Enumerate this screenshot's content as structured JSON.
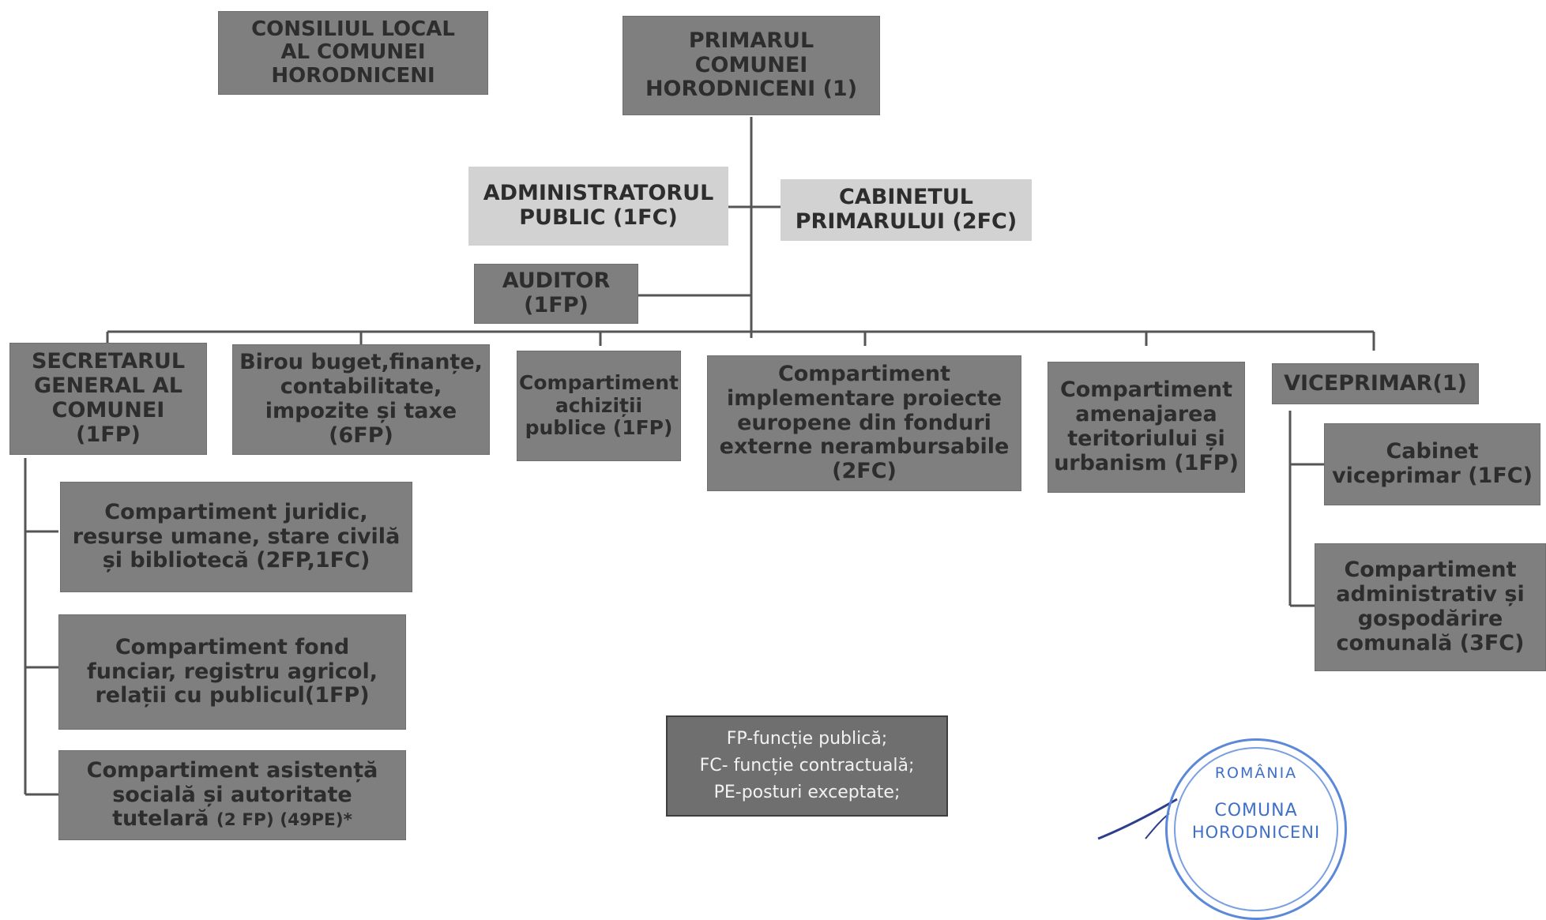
{
  "nodes": {
    "consiliul": [
      "CONSILIUL LOCAL",
      "AL COMUNEI",
      "HORODNICENI"
    ],
    "primarul": [
      "PRIMARUL",
      "COMUNEI",
      "HORODNICENI (1)"
    ],
    "administrator": [
      "ADMINISTRATORUL",
      "PUBLIC (1FC)"
    ],
    "cabinet_primar": [
      "CABINETUL",
      "PRIMARULUI (2FC)"
    ],
    "auditor": [
      "AUDITOR",
      "(1FP)"
    ],
    "secretarul": [
      "SECRETARUL",
      "GENERAL AL",
      "COMUNEI",
      "(1FP)"
    ],
    "birou_buget": [
      "Birou buget,finanțe,",
      "contabilitate,",
      "impozite și taxe",
      "(6FP)"
    ],
    "achizitii": [
      "Compartiment",
      "achiziții",
      "publice (1FP)"
    ],
    "proiecte": [
      "Compartiment",
      "implementare proiecte",
      "europene din fonduri",
      "externe nerambursabile",
      "(2FC)"
    ],
    "urbanism": [
      "Compartiment",
      "amenajarea",
      "teritoriului și",
      "urbanism (1FP)"
    ],
    "viceprimar": [
      "VICEPRIMAR(1)"
    ],
    "juridic": [
      "Compartiment juridic,",
      "resurse umane, stare civilă",
      "și bibliotecă (2FP,1FC)"
    ],
    "fond_funciar": [
      "Compartiment fond",
      "funciar, registru agricol,",
      "relații cu publicul(1FP)"
    ],
    "asistenta": [
      "Compartiment asistență",
      "socială și autoritate",
      "tutelară",
      "(2 FP) (49PE)*"
    ],
    "cabinet_vice": [
      "Cabinet",
      "viceprimar (1FC)"
    ],
    "administrativ": [
      "Compartiment",
      "administrativ și",
      "gospodărire",
      "comunală (3FC)"
    ]
  },
  "legend": [
    "FP-funcție publică;",
    "FC- funcție contractuală;",
    "PE-posturi exceptate;"
  ],
  "stamp": [
    "ROMÂNIA",
    "COMUNA",
    "HORODNICENI"
  ],
  "colors": {
    "box_dark": "#7f7f7f",
    "box_light": "#d2d2d2",
    "line": "#555555",
    "stamp": "#4a78d0"
  }
}
